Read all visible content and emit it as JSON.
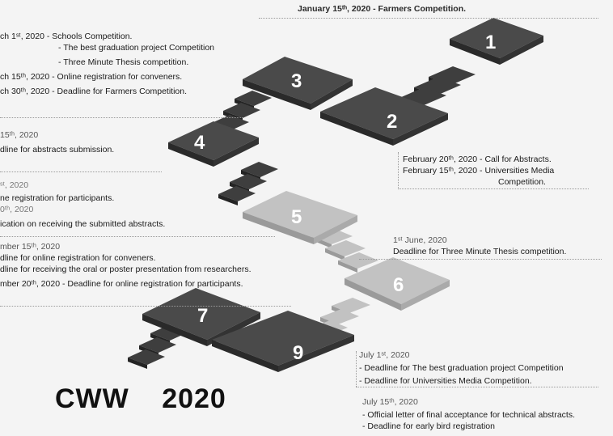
{
  "title": {
    "word": "CWW",
    "year": "2020"
  },
  "steps": [
    {
      "num": "1",
      "tone": "dark"
    },
    {
      "num": "2",
      "tone": "dark"
    },
    {
      "num": "3",
      "tone": "dark"
    },
    {
      "num": "4",
      "tone": "dark"
    },
    {
      "num": "5",
      "tone": "light"
    },
    {
      "num": "6",
      "tone": "light"
    },
    {
      "num": "7",
      "tone": "dark"
    },
    {
      "num": "9",
      "tone": "dark"
    }
  ],
  "notes": {
    "n1": {
      "l1": "January 15ᵗʰ, 2020 - Farmers Competition."
    },
    "n3": {
      "l1": "ch 1ˢᵗ, 2020 - Schools Competition.",
      "l2": "- The best graduation project Competition",
      "l3": "- Three Minute Thesis competition.",
      "l4": "ch 15ᵗʰ, 2020 - Online registration for conveners.",
      "l5": "ch 30ᵗʰ, 2020 - Deadline for Farmers Competition."
    },
    "n4": {
      "l1": "15ᵗʰ, 2020",
      "l2": "dline for abstracts submission."
    },
    "n2": {
      "l1": "February 20ᵗʰ, 2020 - Call for Abstracts.",
      "l2": "February 15ᵗʰ, 2020 - Universities Media",
      "l3": "Competition."
    },
    "n5": {
      "l1": "ˢᵗ, 2020",
      "l2": "ne registration for participants.",
      "l3": "0ᵗʰ, 2020",
      "l4": "ication on receiving the submitted abstracts."
    },
    "n6": {
      "l1": "1ˢᵗ June, 2020",
      "l2": "Deadline for Three Minute Thesis competition."
    },
    "n8": {
      "l1": "mber 15ᵗʰ, 2020",
      "l2": "dline for online registration for conveners.",
      "l3": "dline for receiving the oral or poster presentation from researchers.",
      "l4": "mber 20ᵗʰ, 2020 - Deadline for online registration for participants."
    },
    "n7": {
      "l1": "July 1ˢᵗ, 2020",
      "l2": "- Deadline for The best graduation project Competition",
      "l3": "- Deadline for Universities Media Competition."
    },
    "n9": {
      "l1": "July 15ᵗʰ, 2020",
      "l2": "- Official letter of final acceptance for technical abstracts.",
      "l3": "- Deadline for early bird registration"
    }
  },
  "colors": {
    "dark_top": "#4a4a4a",
    "dark_side": "#2a2a2a",
    "light_top": "#c2c2c2",
    "light_side": "#9a9a9a",
    "step_top": "#3e3e3e",
    "step_side": "#242424"
  }
}
